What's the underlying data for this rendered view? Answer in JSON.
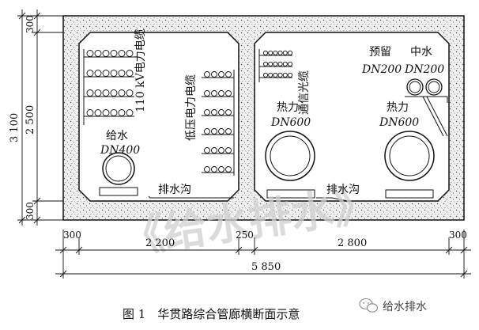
{
  "dimensions": {
    "left": {
      "total": "3 100",
      "top": "300",
      "middle": "2 500",
      "bottom": "300"
    },
    "bottom_row": {
      "d1": "300",
      "d2": "2 200",
      "d3": "250",
      "d4": "2 800",
      "d5": "300"
    },
    "overall": "5 850"
  },
  "left_chamber": {
    "power_cable": "110 kV电力电缆",
    "low_voltage_cable": "低压电力电缆",
    "water_supply": "给水",
    "water_supply_size": "DN400",
    "drain": "排水沟"
  },
  "right_chamber": {
    "comm_cable": "通信光缆",
    "reserve": "预留",
    "reserve_size": "DN200",
    "reclaimed": "中水",
    "reclaimed_size": "DN200",
    "heat1": "热力",
    "heat1_size": "DN600",
    "heat2": "热力",
    "heat2_size": "DN600",
    "drain": "排水沟"
  },
  "watermark": "《给水排水》",
  "caption": "图 1　华贯路综合管廊横断面示意",
  "brand": "给水排水",
  "colors": {
    "line": "#111111",
    "fill_concrete": "#e8e8e8",
    "watermark": "#d9d9d9",
    "brand_green": "#2aa14a"
  }
}
